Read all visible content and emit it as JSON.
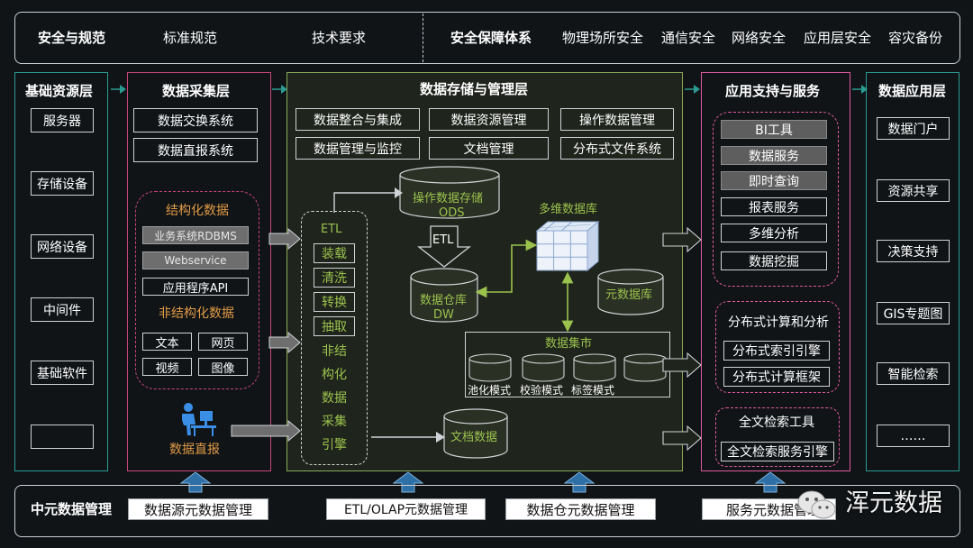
{
  "top_bar": {
    "security_title": "安全与规范",
    "standard": "标准规范",
    "tech": "技术要求",
    "guarantee_title": "安全保障体系",
    "items": [
      "物理场所安全",
      "通信安全",
      "网络安全",
      "应用层安全",
      "容灾备份"
    ]
  },
  "base_layer": {
    "title": "基础资源层",
    "items": [
      "服务器",
      "存储设备",
      "网络设备",
      "中间件",
      "基础软件",
      ""
    ]
  },
  "collect_layer": {
    "title": "数据采集层",
    "systems": [
      "数据交换系统",
      "数据直报系统"
    ],
    "structured_title": "结构化数据",
    "structured_items": [
      "业务系统RDBMS",
      "Webservice",
      "应用程序API"
    ],
    "unstructured_title": "非结构化数据",
    "unstructured_items": [
      "文本",
      "网页",
      "视频",
      "图像"
    ],
    "direct_label": "数据直报"
  },
  "storage_layer": {
    "title": "数据存储与管理层",
    "row1": [
      "数据整合与集成",
      "数据资源管理",
      "操作数据管理"
    ],
    "row2": [
      "数据管理与监控",
      "文档管理",
      "分布式文件系统"
    ],
    "etl_items": [
      "ETL",
      "装载",
      "清洗",
      "转换",
      "抽取",
      "非结",
      "构化",
      "数据",
      "采集",
      "引擎"
    ],
    "ods_line1": "操作数据存储",
    "ods_line2": "ODS",
    "etl_arrow": "ETL",
    "dw_line1": "数据仓库",
    "dw_line2": "DW",
    "cube_label": "多维数据库",
    "meta_db": "元数据库",
    "mart_title": "数据集市",
    "mart_models": [
      "池化模式",
      "校验模式",
      "标签模式"
    ],
    "doc_data": "文档数据"
  },
  "app_layer": {
    "title": "应用支持与服务",
    "services": [
      "BI工具",
      "数据服务",
      "即时查询",
      "报表服务",
      "多维分析",
      "数据挖掘"
    ],
    "dist_title": "分布式计算和分析",
    "dist_items": [
      "分布式索引引擎",
      "分布式计算框架"
    ],
    "fulltext_title": "全文检索工具",
    "fulltext_item": "全文检索服务引擎"
  },
  "data_app_layer": {
    "title": "数据应用层",
    "items": [
      "数据门户",
      "资源共享",
      "决策支持",
      "GIS专题图",
      "智能检索",
      "……"
    ]
  },
  "meta_bar": {
    "title": "中元数据管理",
    "items": [
      "数据源元数据管理",
      "ETL/OLAP元数据管理",
      "数据仓元数据管理",
      "服务元数据管理"
    ]
  },
  "watermark": "浑元数据"
}
